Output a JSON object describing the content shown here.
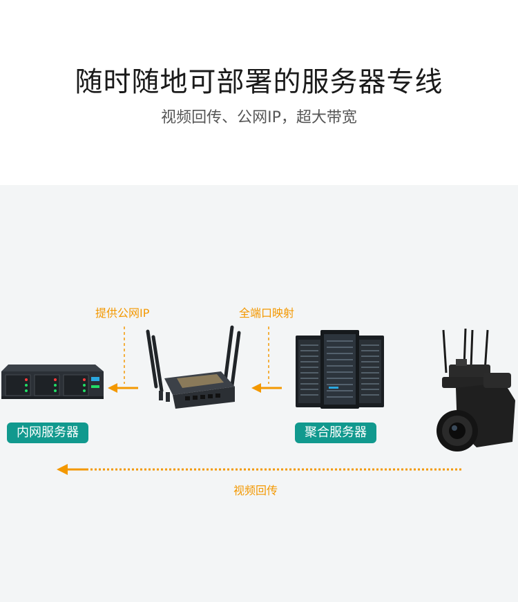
{
  "title": "随时随地可部署的服务器专线",
  "subtitle": "视频回传、公网IP，超大带宽",
  "labels": {
    "public_ip": "提供公网IP",
    "port_mapping": "全端口映射",
    "video_back": "视频回传"
  },
  "nodes": {
    "intranet_server": "内网服务器",
    "aggregation_server": "聚合服务器"
  },
  "colors": {
    "accent": "#f39800",
    "teal": "#11998e",
    "panel": "#f3f5f6"
  }
}
